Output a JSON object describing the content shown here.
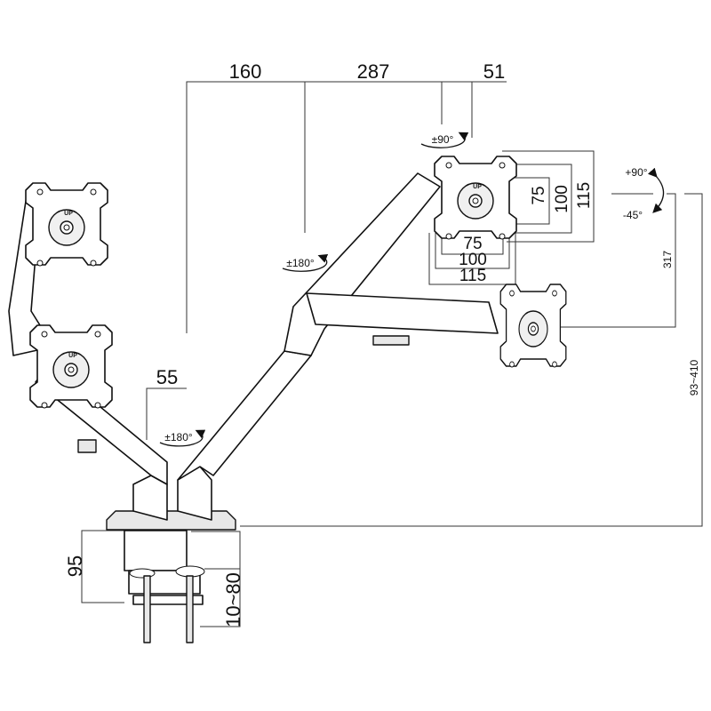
{
  "title": "Dual monitor arm dimension drawing",
  "dimensions": {
    "reach_inner": "160",
    "reach_arm": "287",
    "reach_head": "51",
    "head_rotation": "±90°",
    "tilt_up": "+90°",
    "tilt_down": "-45°",
    "vesa_v_75": "75",
    "vesa_v_100": "100",
    "vesa_v_115": "115",
    "vesa_h_75": "75",
    "vesa_h_100": "100",
    "vesa_h_115": "115",
    "arm_rotation": "±180°",
    "base_rotation": "±180°",
    "height_317": "317",
    "height_range": "93~410",
    "pole_offset": "55",
    "clamp_height": "95",
    "desk_thickness": "10~80"
  },
  "plate_label": "UP"
}
